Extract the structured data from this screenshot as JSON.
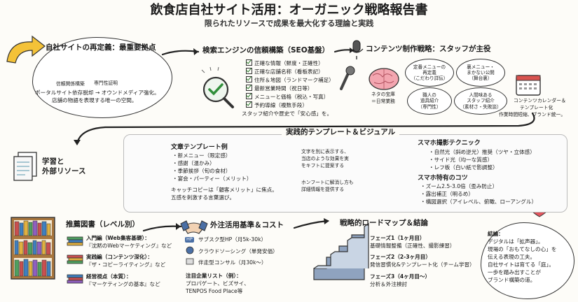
{
  "header": {
    "title": "飲食店自社サイト活用：オーガニック戦略報告書",
    "subtitle": "限られたリソースで成果を最大化する理論と実践"
  },
  "redefine": {
    "heading": "自社サイトの再定義：最重要拠点",
    "badge1": "信頼関係構築",
    "badge2": "専門性証明",
    "line1": "ポータルサイト依存脱却 → オウンドメディア強化。",
    "line2": "店舗の物語を表現する唯一の空間。"
  },
  "seo": {
    "heading": "検索エンジンの信頼構築（SEO基盤）",
    "items": [
      "正確な情報（鮮度・正確性）",
      "正確な店舗名称（看板表記）",
      "住所＆地図（ランドマーク補足）",
      "最新営業時間（祝日等）",
      "メニューと価格（税込・写真）",
      "予約導線（複数手段）"
    ],
    "note": "スタッフ紹介や歴史で「安心感」を。"
  },
  "content": {
    "heading": "コンテンツ制作戦略：スタッフが主役",
    "brain_l1": "ネタの宝庫",
    "brain_l2": "＝日常業務",
    "b1_l1": "定番メニューの",
    "b1_l2": "再定義",
    "b1_l3": "（こだわり詳伝）",
    "b2_l1": "裏メニュー・",
    "b2_l2": "まかない公開",
    "b2_l3": "（舞台裏）",
    "b3_l1": "職人の",
    "b3_l2": "道具紹介",
    "b3_l3": "（専門性）",
    "b4_l1": "人間味ある",
    "b4_l2": "スタッフ紹介",
    "b4_l3": "（素材さ・失敗談）",
    "cal_l1": "コンテンツカレンダー＆",
    "cal_l2": "テンプレート化",
    "cal_l3": "作業時間短縮、ブランド統一。"
  },
  "practice": {
    "heading": "実践的テンプレート＆ビジュアル",
    "tpl_heading": "文章テンプレート例",
    "tpl_items": [
      "・新メニュー（限定感）",
      "・感謝（温かみ）",
      "・季節挨拶（旬の食材）",
      "・宴会・パーティー（メリット）"
    ],
    "tpl_l1": "キャッチコピーは「顧客メリット」に焦点。",
    "tpl_l2": "五感を刺激する言葉選び。",
    "mid_l1": "文字を別に表示する、",
    "mid_l2": "当店のような効果を実",
    "mid_l3": "をキフトに提案する",
    "mid_l4": "ホンフートに解消し方も",
    "mid_l5": "詳細情報を提供する",
    "photo_heading": "スマホ撮影テクニック",
    "photo_items": [
      "・自然光（斜め逆光）推奨（ツヤ・立体感）",
      "・サイド光（均一な質感）",
      "・レフ板（白い紙で影調整）"
    ],
    "tips_heading": "スマホ特有のコツ",
    "tips_items": [
      "・ズーム2.5-3.0倍（歪み防止）",
      "・露出補正（明るめ）",
      "・構図選択（アイレベル、俯瞰、ローアングル）"
    ]
  },
  "learn": {
    "l1": "学習と",
    "l2": "外部リソース"
  },
  "books": {
    "heading": "推薦図書（レベル別）",
    "b1_l1": "入門編（Web集客基礎）：",
    "b1_l2": "『沈黙のWebマーケティング』など",
    "b2_l1": "実践編（コンテンツ深化）：",
    "b2_l2": "『ザ・コピーライティング』など",
    "b3_l1": "経営視点（本質）：",
    "b3_l2": "『マーケティングの基本』など"
  },
  "outsource": {
    "heading": "外注活用基準＆コスト",
    "hp_badge": "HP",
    "items": [
      "サブスク型HP（月5k-30k）",
      "クラウドソーシング（単発安価）",
      "伴走型コンサル（月30k〜）"
    ],
    "list_l1": "注目企業リスト（例）：",
    "list_l2": "プロパゲート、ビズサイ、",
    "list_l3": "TENPOS Food Place等"
  },
  "roadmap": {
    "heading": "戦略的ロードマップ＆結論",
    "phases": [
      {
        "t": "フェーズ1（1ヶ月目）",
        "d": "基礎情報整備（正確性、撮影練習）"
      },
      {
        "t": "フェーズ2（2-3ヶ月目）",
        "d": "発信習慣化&テンプレート化（チーム学習）"
      },
      {
        "t": "フェーズ3（4ヶ月目〜）",
        "d": "分析＆外注検討"
      }
    ]
  },
  "conclusion": {
    "l1": "結論：",
    "l2": "デジタルは「拡声器」。",
    "l3": "現場の「おもてなしの心」を",
    "l4": "伝える表現の工夫。",
    "l5": "自社サイトは育てる「庭」。",
    "l6": "一歩を踏み出すことが",
    "l7": "ブランド構築の道。"
  }
}
